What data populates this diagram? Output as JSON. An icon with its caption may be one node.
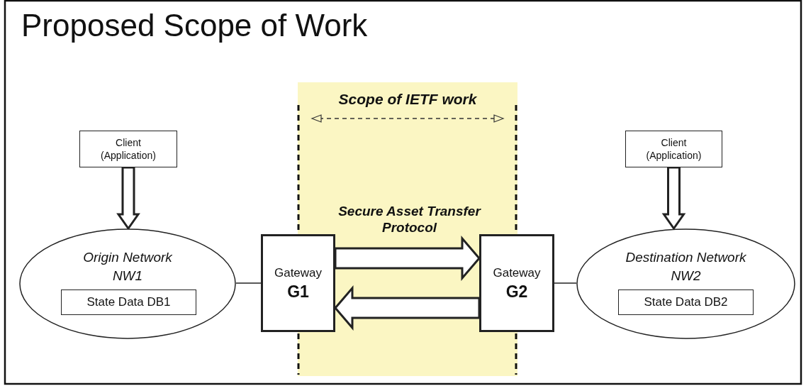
{
  "diagram": {
    "title": "Proposed Scope of Work",
    "nodes": [
      {
        "text": [
          "Scope of IETF work"
        ]
      },
      {
        "text": [
          "Client (Application)"
        ]
      },
      {
        "text": [
          "Origin Network NW1"
        ]
      },
      {
        "text": [
          "State Data DB1"
        ],
        "in": 2
      },
      {
        "text": [
          "Gateway",
          "G1"
        ]
      },
      {
        "text": [
          "Gateway",
          "G2"
        ]
      },
      {
        "text": [
          "Client (Application)"
        ]
      },
      {
        "text": [
          "Destination Network NW2"
        ]
      },
      {
        "text": [
          "State Data DB2"
        ],
        "in": 7
      }
    ],
    "edges": [
      {
        "from": 1,
        "to": 2,
        "arrow": "to",
        "style": "thick"
      },
      {
        "from": 2,
        "to": 4,
        "arrow": "none"
      },
      {
        "from": 4,
        "to": 5,
        "arrow": "to",
        "style": "thick"
      },
      {
        "from": 5,
        "to": 4,
        "arrow": "to",
        "style": "thick"
      },
      {
        "from": 5,
        "to": 7,
        "arrow": "none"
      },
      {
        "from": 6,
        "to": 7,
        "arrow": "to",
        "style": "thick"
      }
    ],
    "labels": [
      "Secure Asset Transfer Protocol"
    ]
  }
}
